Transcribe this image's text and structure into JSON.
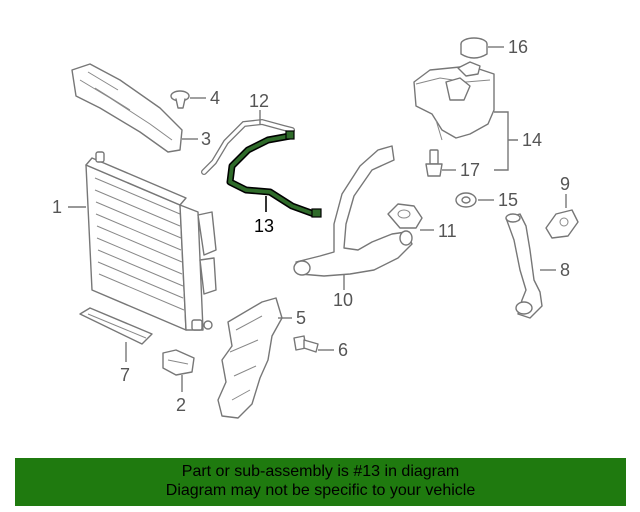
{
  "banner": {
    "line1": "Part or sub-assembly is #13 in diagram",
    "line2": "Diagram may not be specific to your vehicle",
    "color": "#1f7a0f"
  },
  "highlight": {
    "part_number": "13",
    "hose_color": "#2f6b2a"
  },
  "callouts": {
    "c1": "1",
    "c2": "2",
    "c3": "3",
    "c4": "4",
    "c5": "5",
    "c6": "6",
    "c7": "7",
    "c8": "8",
    "c9": "9",
    "c10": "10",
    "c11": "11",
    "c12": "12",
    "c13": "13",
    "c14": "14",
    "c15": "15",
    "c16": "16",
    "c17": "17"
  }
}
